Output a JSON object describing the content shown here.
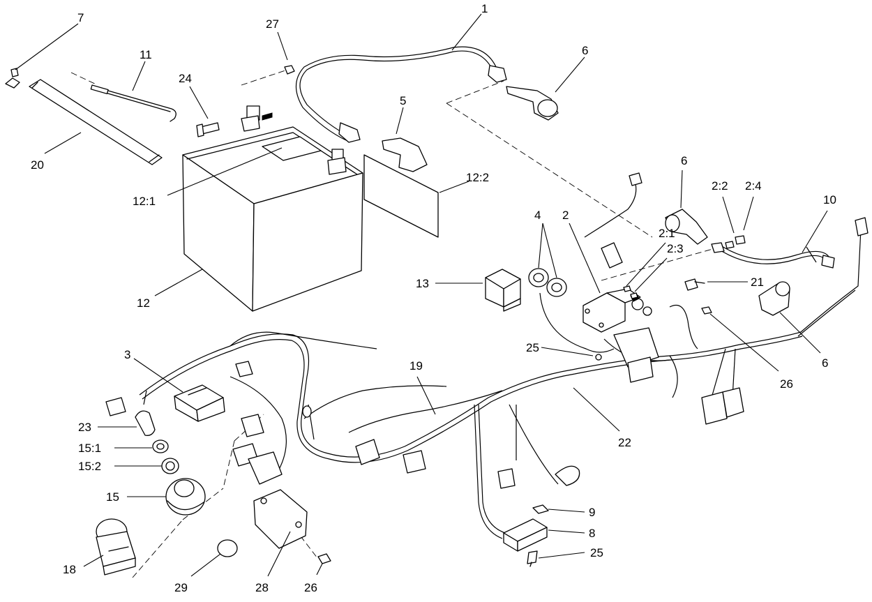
{
  "callouts": {
    "c1": "1",
    "c2": "2",
    "c2_1": "2:1",
    "c2_2": "2:2",
    "c2_3": "2:3",
    "c2_4": "2:4",
    "c3": "3",
    "c4": "4",
    "c5": "5",
    "c6a": "6",
    "c6b": "6",
    "c6c": "6",
    "c7": "7",
    "c8": "8",
    "c9": "9",
    "c10": "10",
    "c11": "11",
    "c12": "12",
    "c12_1": "12:1",
    "c12_2": "12:2",
    "c13": "13",
    "c15": "15",
    "c15_1": "15:1",
    "c15_2": "15:2",
    "c18": "18",
    "c19": "19",
    "c20": "20",
    "c21": "21",
    "c22": "22",
    "c23": "23",
    "c24": "24",
    "c25a": "25",
    "c25b": "25",
    "c26a": "26",
    "c26b": "26",
    "c27": "27",
    "c28": "28",
    "c29": "29"
  }
}
